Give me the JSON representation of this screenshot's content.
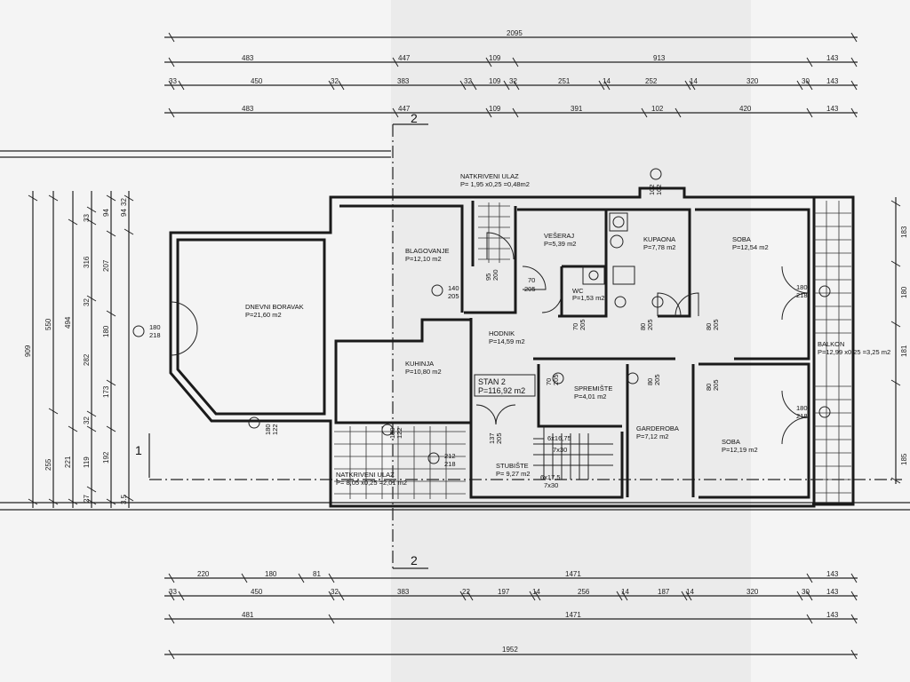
{
  "plan": {
    "section_marks": {
      "section": "2",
      "axis": "1"
    },
    "top_dims": {
      "row1": [
        "2095"
      ],
      "row2": [
        "483",
        "447",
        "109",
        "913",
        "143"
      ],
      "row3": [
        "33",
        "450",
        "32",
        "383",
        "32",
        "109",
        "32",
        "251",
        "14",
        "252",
        "14",
        "320",
        "30",
        "143"
      ],
      "row4": [
        "483",
        "447",
        "109",
        "391",
        "102",
        "420",
        "143"
      ]
    },
    "bottom_dims": {
      "row1": [
        "220",
        "180",
        "81",
        "1471",
        "143"
      ],
      "row2": [
        "33",
        "450",
        "32",
        "383",
        "22",
        "197",
        "14",
        "256",
        "14",
        "187",
        "14",
        "320",
        "30",
        "143"
      ],
      "row3": [
        "481",
        "1471",
        "143"
      ],
      "row4": [
        "1952"
      ]
    },
    "left_dims": {
      "col1": [
        "909"
      ],
      "col2": [
        "550",
        "255"
      ],
      "col3": [
        "494",
        "221"
      ],
      "col4": [
        "33",
        "316",
        "32",
        "282",
        "32",
        "119",
        "27"
      ],
      "col5": [
        "94",
        "207",
        "180",
        "173",
        "192"
      ],
      "col6": [
        "32",
        "94",
        "3.5"
      ]
    },
    "right_dims": [
      "183",
      "180",
      "181",
      "185"
    ],
    "rooms": [
      {
        "name": "DNEVNI BORAVAK",
        "area": "P=21,60 m2"
      },
      {
        "name": "BLAGOVANJE",
        "area": "P=12,10 m2"
      },
      {
        "name": "KUHINJA",
        "area": "P=10,80 m2"
      },
      {
        "name": "VEŠERAJ",
        "area": "P=5,39 m2"
      },
      {
        "name": "KUPAONA",
        "area": "P=7,78 m2"
      },
      {
        "name": "WC",
        "area": "P=1,53 m2"
      },
      {
        "name": "SOBA",
        "area": "P=12,54 m2"
      },
      {
        "name": "HODNIK",
        "area": "P=14,59 m2"
      },
      {
        "name": "SPREMIŠTE",
        "area": "P=4,01 m2"
      },
      {
        "name": "GARDEROBA",
        "area": "P=7,12 m2"
      },
      {
        "name": "SOBA",
        "area": "P=12,19 m2"
      },
      {
        "name": "STUBIŠTE",
        "area": "P= 9,27 m2"
      }
    ],
    "natkriveni_top": {
      "name": "NATKRIVENI ULAZ",
      "area": "P= 1,95 x0,25 =0,48m2"
    },
    "natkriveni_bottom": {
      "name": "NATKRIVENI ULAZ",
      "area": "P= 8,05 x0,25 =2,01 m2"
    },
    "balkon": {
      "name": "BALKON",
      "area": "P=12,99 x0,25 =3,25 m2"
    },
    "stan": {
      "name": "STAN 2",
      "area": "P=116,92 m2"
    },
    "stairs": [
      "6x16,75",
      "7x30",
      "6x17,5",
      "7x30"
    ],
    "doors": [
      {
        "w": "180",
        "h": "218"
      },
      {
        "w": "180",
        "h": "122"
      },
      {
        "w": "140",
        "h": "205"
      },
      {
        "w": "95",
        "h": "200"
      },
      {
        "w": "70",
        "h": "205"
      },
      {
        "w": "102",
        "h": "102"
      },
      {
        "w": "70",
        "h": "205"
      },
      {
        "w": "80",
        "h": "205"
      },
      {
        "w": "80",
        "h": "205"
      },
      {
        "w": "180",
        "h": "218"
      },
      {
        "w": "70",
        "h": "205"
      },
      {
        "w": "80",
        "h": "205"
      },
      {
        "w": "80",
        "h": "205"
      },
      {
        "w": "180",
        "h": "218"
      },
      {
        "w": "137",
        "h": "205"
      },
      {
        "w": "212",
        "h": "218"
      },
      {
        "w": "180",
        "h": "122"
      }
    ]
  },
  "colors": {
    "paper": "#f4f4f4",
    "ink": "#1a1a1a",
    "band": "#e9e9e9"
  }
}
